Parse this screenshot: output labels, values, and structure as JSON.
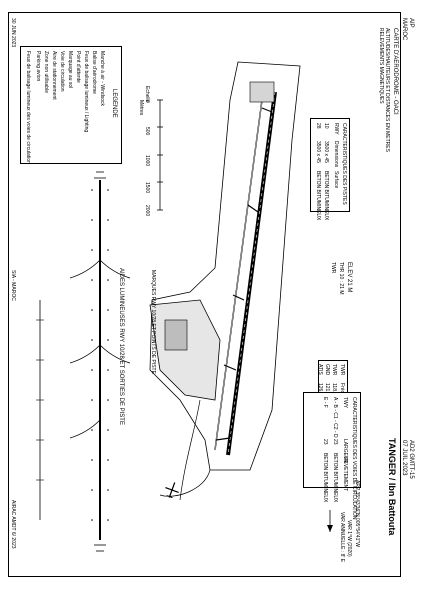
{
  "header": {
    "aip_label": "AIP",
    "country": "MAROC",
    "doc_title": "CARTE D'AERODROME - OACI",
    "subtitle_line1": "ALTITUDES/HAUTEURS ET DISTANCES EN METRES",
    "subtitle_line2": "RELEVEMENTS MAGNETIQUES",
    "page_ref": "AD2 GMTT-15",
    "page_date": "07 JUIL 2023",
    "aerodrome_name": "TANGER / Ibn Battouta",
    "amdt_left": "30 JUN 2023",
    "amdt_center": "SIA - MAROC",
    "amdt_right": "AIRAC AMDT 6/ 2023"
  },
  "frequencies": {
    "headers": [
      "TWR",
      "Fréquence"
    ],
    "rows": [
      [
        "TWR",
        "118.5 MHz"
      ],
      [
        "GND",
        "121.8 MHz"
      ],
      [
        "ATIS",
        "126.5 MHz"
      ]
    ]
  },
  "runway_table": {
    "title": "CARACTERISTIQUES DES PISTES",
    "headers": [
      "RWY",
      "Dimensions",
      "Surface"
    ],
    "rows": [
      [
        "10",
        "3500 x 45",
        "BETON BITUMINEUX"
      ],
      [
        "28",
        "3500 x 45",
        "BETON BITUMINEUX"
      ]
    ]
  },
  "taxiway_table": {
    "title": "CARACTERISTIQUES DES VOIES DE CIRCULATION",
    "headers": [
      "TWY",
      "LARGEUR",
      "REVETEMENT"
    ],
    "rows": [
      [
        "A - B - C1 - C2 - D",
        "23",
        "BETON BITUMINEUX"
      ],
      [
        "E - F",
        "23",
        "BETON BITUMINEUX"
      ]
    ]
  },
  "elevation": {
    "label": "ELEV 21 M",
    "thr": "THR 10 : 21 M",
    "twr_label": "TWR"
  },
  "coordinates": {
    "arp": "ARP 35°43'36\"N 005°54'41\"W",
    "var": "VAR 1°W (2020)",
    "var_annual": "VAR ANNUELLE : 8' E"
  },
  "scale": {
    "title": "Echelle",
    "ticks": [
      "0",
      "500",
      "1000",
      "1500",
      "2000"
    ],
    "unit": "Mètres"
  },
  "legend": {
    "title": "LEGENDE",
    "items": [
      "Manche à air - Windsock",
      "Balise d'aérodrome",
      "Feux de balisage lumineux / Lighting",
      "Point d'attente",
      "Marquage au sol",
      "Voie de circulation",
      "Aire de stationnement",
      "Zone non utilisable",
      "Parking avion"
    ],
    "note": "Feux de balisage lumineux des voies de circulation"
  },
  "lighting_diagram": {
    "title": "AIDES LUMINEUSES RWY 10/28 ET SORTIES DE PISTE",
    "note": "MARQUES RWY 10/28 ET POINTS DE PISTE"
  }
}
